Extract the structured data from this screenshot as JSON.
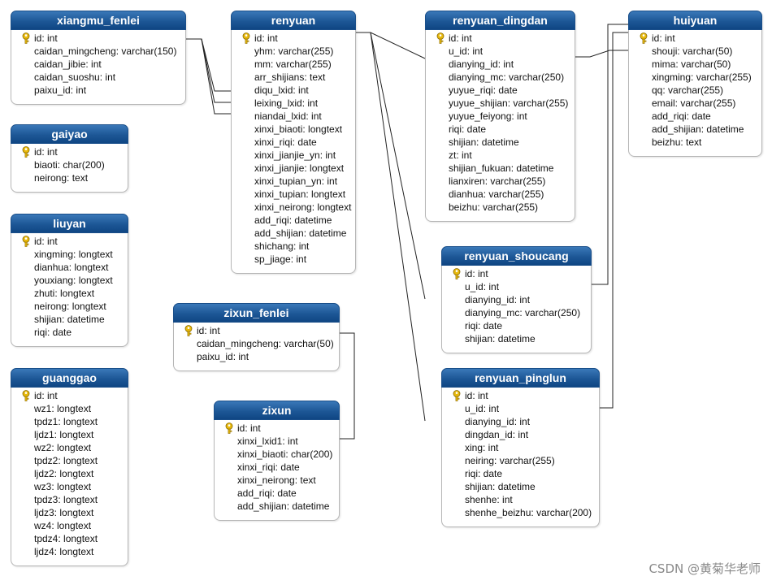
{
  "tables": [
    {
      "id": "xiangmu_fenlei",
      "name": "xiangmu_fenlei",
      "fields": [
        "id: int",
        "caidan_mingcheng: varchar(150)",
        "caidan_jibie: int",
        "caidan_suoshu: int",
        "paixu_id: int"
      ]
    },
    {
      "id": "gaiyao",
      "name": "gaiyao",
      "fields": [
        "id: int",
        "biaoti: char(200)",
        "neirong: text"
      ]
    },
    {
      "id": "liuyan",
      "name": "liuyan",
      "fields": [
        "id: int",
        "xingming: longtext",
        "dianhua: longtext",
        "youxiang: longtext",
        "zhuti: longtext",
        "neirong: longtext",
        "shijian: datetime",
        "riqi: date"
      ]
    },
    {
      "id": "guanggao",
      "name": "guanggao",
      "fields": [
        "id: int",
        "wz1: longtext",
        "tpdz1: longtext",
        "ljdz1: longtext",
        "wz2: longtext",
        "tpdz2: longtext",
        "ljdz2: longtext",
        "wz3: longtext",
        "tpdz3: longtext",
        "ljdz3: longtext",
        "wz4: longtext",
        "tpdz4: longtext",
        "ljdz4: longtext"
      ]
    },
    {
      "id": "renyuan",
      "name": "renyuan",
      "fields": [
        "id: int",
        "yhm: varchar(255)",
        "mm: varchar(255)",
        "arr_shijians: text",
        "diqu_lxid: int",
        "leixing_lxid: int",
        "niandai_lxid: int",
        "xinxi_biaoti: longtext",
        "xinxi_riqi: date",
        "xinxi_jianjie_yn: int",
        "xinxi_jianjie: longtext",
        "xinxi_tupian_yn: int",
        "xinxi_tupian: longtext",
        "xinxi_neirong: longtext",
        "add_riqi: datetime",
        "add_shijian: datetime",
        "shichang: int",
        "sp_jiage: int"
      ]
    },
    {
      "id": "zixun_fenlei",
      "name": "zixun_fenlei",
      "fields": [
        "id: int",
        "caidan_mingcheng: varchar(50)",
        "paixu_id: int"
      ]
    },
    {
      "id": "zixun",
      "name": "zixun",
      "fields": [
        "id: int",
        "xinxi_lxid1: int",
        "xinxi_biaoti: char(200)",
        "xinxi_riqi: date",
        "xinxi_neirong: text",
        "add_riqi: date",
        "add_shijian: datetime"
      ]
    },
    {
      "id": "renyuan_dingdan",
      "name": "renyuan_dingdan",
      "fields": [
        "id: int",
        "u_id: int",
        "dianying_id: int",
        "dianying_mc: varchar(250)",
        "yuyue_riqi: date",
        "yuyue_shijian: varchar(255)",
        "yuyue_feiyong: int",
        "riqi: date",
        "shijian: datetime",
        "zt: int",
        "shijian_fukuan: datetime",
        "lianxiren: varchar(255)",
        "dianhua: varchar(255)",
        "beizhu: varchar(255)"
      ]
    },
    {
      "id": "renyuan_shoucang",
      "name": "renyuan_shoucang",
      "fields": [
        "id: int",
        "u_id: int",
        "dianying_id: int",
        "dianying_mc: varchar(250)",
        "riqi: date",
        "shijian: datetime"
      ]
    },
    {
      "id": "renyuan_pinglun",
      "name": "renyuan_pinglun",
      "fields": [
        "id: int",
        "u_id: int",
        "dianying_id: int",
        "dingdan_id: int",
        "xing: int",
        "neiring: varchar(255)",
        "riqi: date",
        "shijian: datetime",
        "shenhe: int",
        "shenhe_beizhu: varchar(200)"
      ]
    },
    {
      "id": "huiyuan",
      "name": "huiyuan",
      "fields": [
        "id: int",
        "shouji: varchar(50)",
        "mima: varchar(50)",
        "xingming: varchar(255)",
        "qq: varchar(255)",
        "email: varchar(255)",
        "add_riqi: date",
        "add_shijian: datetime",
        "beizhu: text"
      ]
    }
  ],
  "watermark": "CSDN @黄菊华老师",
  "colors": {
    "header_top": "#3a78b8",
    "header_bottom": "#0f4683",
    "line": "#222222",
    "key": "#e8b90c"
  }
}
